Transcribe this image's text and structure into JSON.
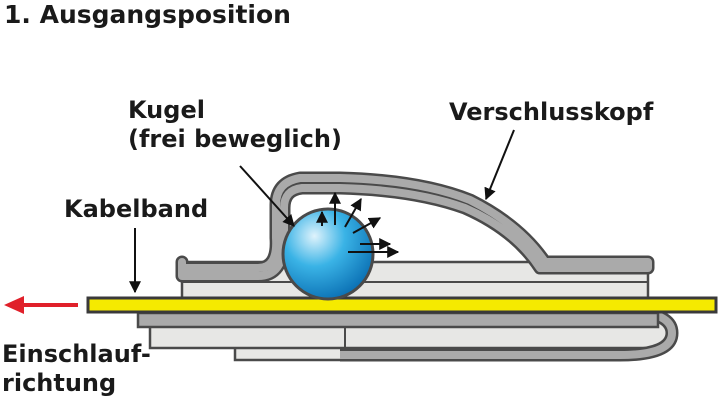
{
  "title": "1. Ausgangsposition",
  "labels": {
    "kugel_line1": "Kugel",
    "kugel_line2": "(frei beweglich)",
    "kabelband": "Kabelband",
    "verschlusskopf": "Verschlusskopf",
    "einschlauf_line1": "Einschlauf-",
    "einschlauf_line2": "richtung"
  },
  "colors": {
    "housing_light": "#e7e7e5",
    "housing_dark": "#aaaaaa",
    "outline": "#4a4a4a",
    "band_fill": "#f5ea00",
    "band_stroke": "#3a3a3a",
    "ball_light": "#dff3fc",
    "ball_mid": "#3ab3e6",
    "ball_dark": "#0a6fb3",
    "arrow_red": "#e0202a",
    "arrow_black": "#111111"
  }
}
